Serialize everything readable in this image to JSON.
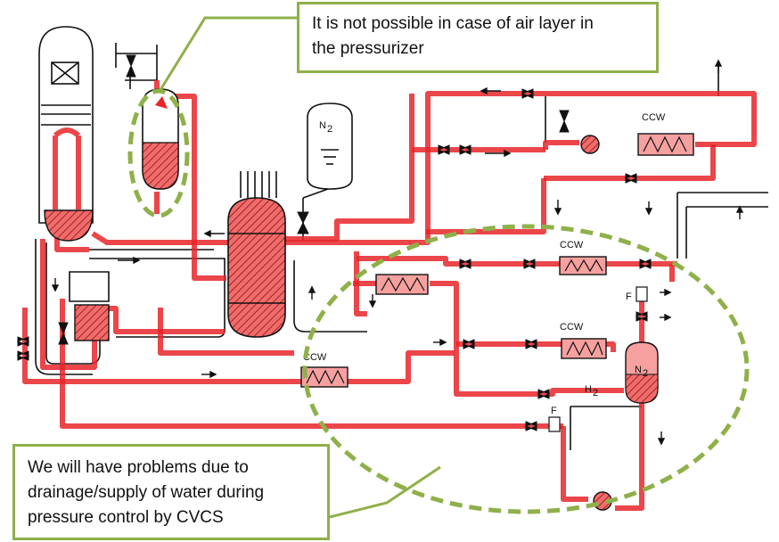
{
  "callouts": {
    "top": {
      "line1": "It is not possible in case of air layer in",
      "line2": "the pressurizer"
    },
    "bottom": {
      "line1": "We will have problems due to",
      "line2": "drainage/supply of water during",
      "line3": "pressure control by CVCS"
    }
  },
  "labels": {
    "n2_tank": "N",
    "n2_tank_sub": "2",
    "ccw_1": "CCW",
    "ccw_2": "CCW",
    "ccw_3": "CCW",
    "ccw_4": "CCW",
    "vct_n2": "N",
    "vct_n2_sub": "2",
    "h2": "H",
    "h2_sub": "2",
    "filter_1": "F",
    "filter_2": "F"
  },
  "colors": {
    "highlight": "#e8262a",
    "highlight_fill": "#f26b6b",
    "pipe_black": "#111111",
    "callout_border": "#8fb04a",
    "dash_circle": "#8fb04a"
  }
}
